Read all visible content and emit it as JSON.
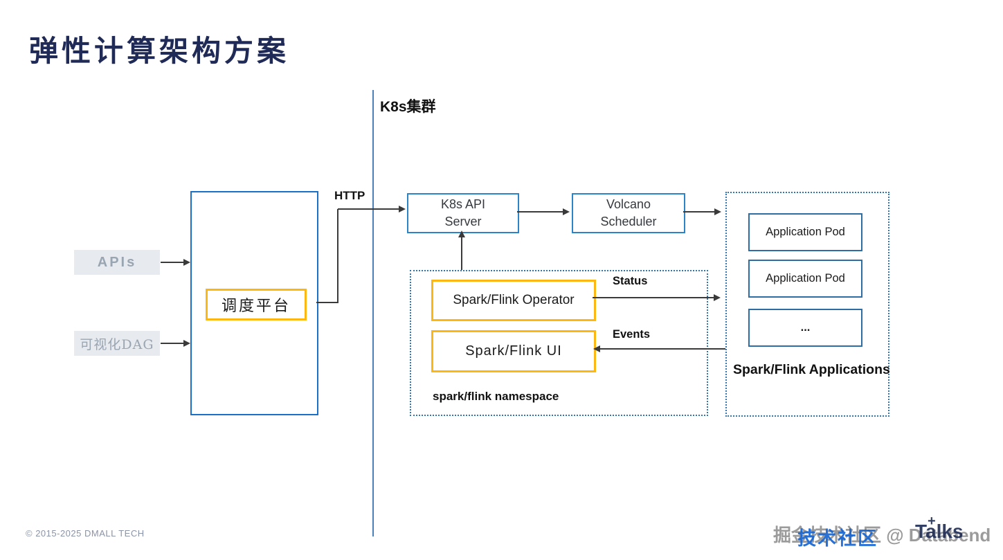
{
  "slide": {
    "title": "弹性计算架构方案",
    "cluster_label": "K8s集群",
    "copyright": "© 2015-2025 DMALL TECH"
  },
  "diagram": {
    "apis_label": "APIs",
    "dag_label": "可视化DAG",
    "platform_label": "调度平台",
    "http_label": "HTTP",
    "k8s_api_server_line1": "K8s API",
    "k8s_api_server_line2": "Server",
    "volcano_line1": "Volcano",
    "volcano_line2": "Scheduler",
    "operator_label": "Spark/Flink Operator",
    "ui_label": "Spark/Flink UI",
    "namespace_label": "spark/flink namespace",
    "status_label": "Status",
    "events_label": "Events",
    "pods": [
      "Application Pod",
      "Application Pod",
      "..."
    ],
    "apps_label": "Spark/Flink Applications"
  },
  "watermark": {
    "base_text": "掘金技术社区 @ Databend",
    "overlay_text": "技术社区",
    "logo_text": "Talks",
    "logo_plus": "+"
  },
  "colors": {
    "title": "#1f2a56",
    "box_blue": "#1a70c8",
    "node_blue": "#2b84c8",
    "box_yellow": "#fcb712",
    "dotted_blue": "#2e75b6",
    "gray_box_bg": "#e7eaee",
    "gray_text": "#9aa5b2",
    "arrow": "#3a3a3a"
  }
}
